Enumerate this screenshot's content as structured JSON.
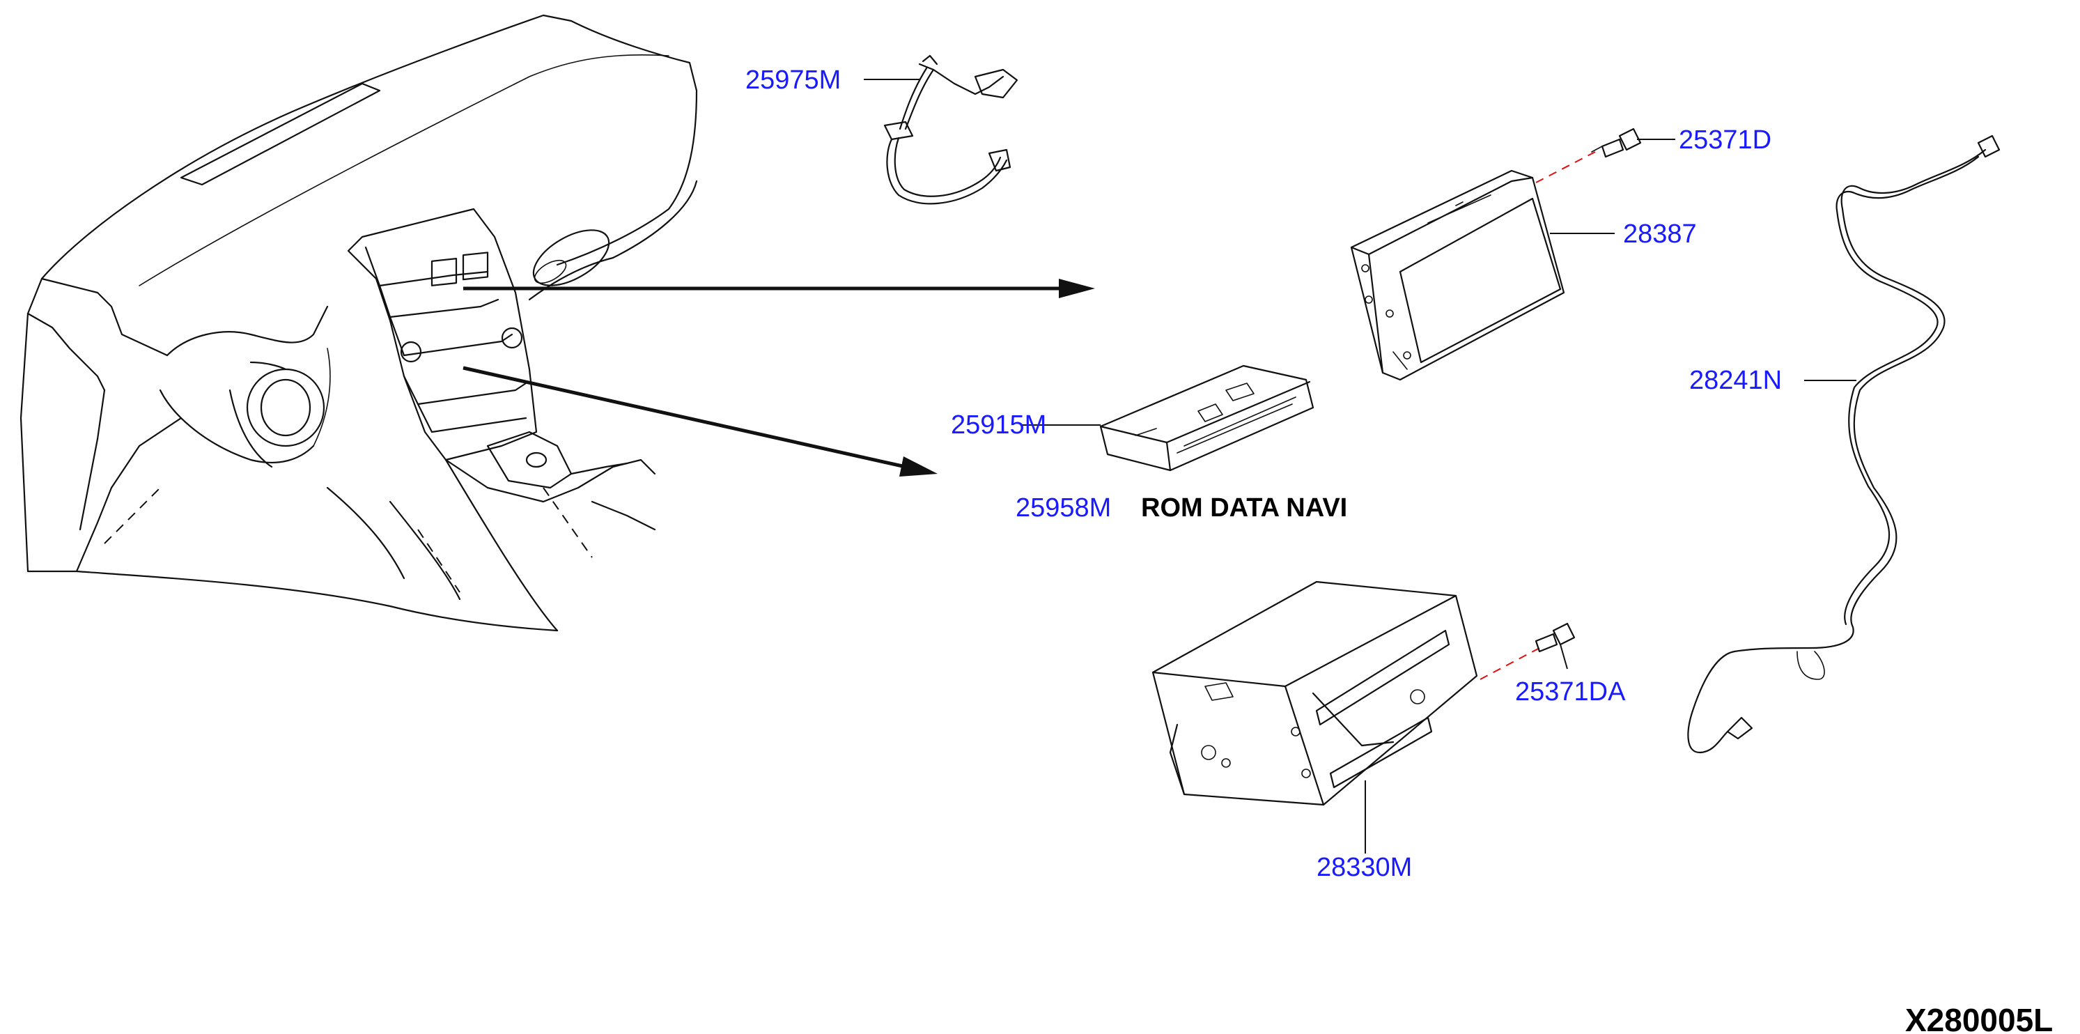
{
  "parts": {
    "p25975M": "25975M",
    "p25371D": "25371D",
    "p28387": "28387",
    "p28241N": "28241N",
    "p25915M": "25915M",
    "p25958M": "25958M",
    "p25371DA": "25371DA",
    "p28330M": "28330M"
  },
  "note": "ROM DATA NAVI",
  "diagram_code": "X280005L",
  "colors": {
    "label": "#1a1aff",
    "line": "#111111",
    "fastener_dash": "#e01010"
  }
}
